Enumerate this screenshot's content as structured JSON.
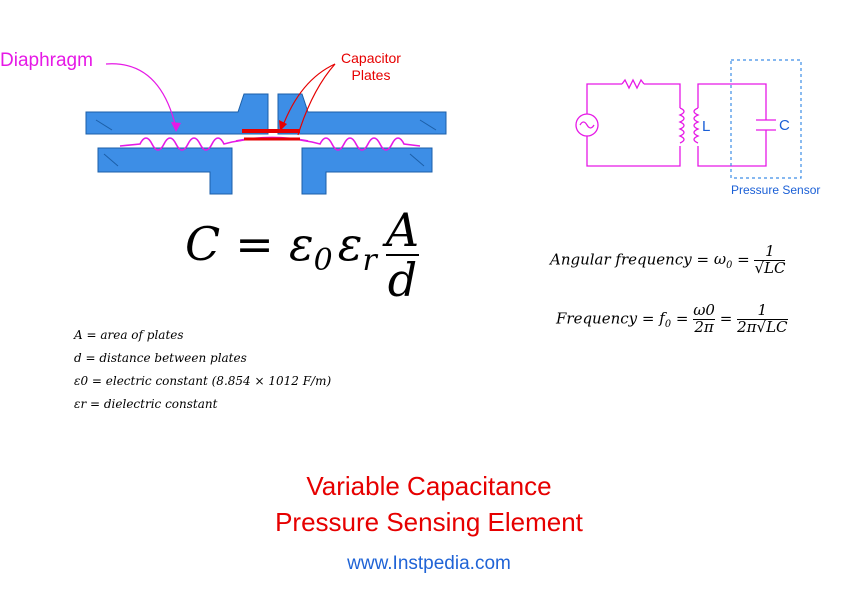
{
  "labels": {
    "diaphragm": "Diaphragm",
    "capacitor_line1": "Capacitor",
    "capacitor_line2": "Plates",
    "inductor": "L",
    "capacitor": "C",
    "pressure_sensor": "Pressure Sensor"
  },
  "formula": {
    "lhs": "C",
    "eq": "=",
    "eps0": "ε",
    "eps0_sub": "0",
    "epsr": "ε",
    "epsr_sub": "r",
    "num": "A",
    "den": "d"
  },
  "angular": {
    "label": "Angular frequency",
    "eq1": "=",
    "omega": "ω",
    "omega_sub": "0",
    "eq2": "=",
    "num": "1",
    "den": "√LC"
  },
  "frequency": {
    "label": "Frequency",
    "eq1": "=",
    "f": "f",
    "f_sub": "0",
    "eq2": "=",
    "num1": "ω0",
    "den1": "2π",
    "eq3": "=",
    "num2": "1",
    "den2": "2π√LC"
  },
  "definitions": [
    "A = area of plates",
    "d = distance between plates",
    "ε0 = electric constant (8.854 × 1012 F/m)",
    "εr = dielectric constant"
  ],
  "title_line1": "Variable Capacitance",
  "title_line2": "Pressure Sensing Element",
  "website": "www.Instpedia.com",
  "colors": {
    "body_blue": "#3d8ee6",
    "diaphragm_magenta": "#e619e6",
    "plate_red": "#e60000",
    "circuit_magenta": "#e619e6",
    "sensor_blue": "#1a5fd6",
    "title_red": "#e60000",
    "site_blue": "#1f63d6"
  }
}
